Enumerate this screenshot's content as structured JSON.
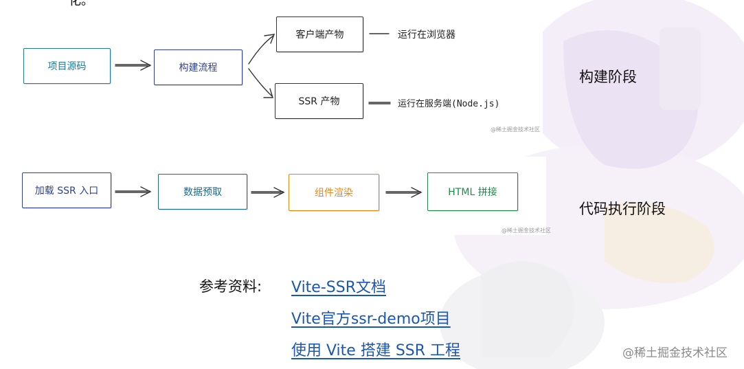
{
  "top_cut_text": "化。",
  "build_diagram": {
    "source_box": "项目源码",
    "build_box": "构建流程",
    "client_box": "客户端产物",
    "ssr_box": "SSR 产物",
    "client_note": "运行在浏览器",
    "ssr_note": "运行在服务端(Node.js)",
    "watermark": "@稀土掘金技术社区"
  },
  "run_diagram": {
    "load_box": "加载 SSR 入口",
    "fetch_box": "数据预取",
    "render_box": "组件渲染",
    "html_box": "HTML 拼接",
    "watermark": "@稀土掘金技术社区"
  },
  "stage_labels": {
    "build": "构建阶段",
    "run": "代码执行阶段"
  },
  "references": {
    "title": "参考资料:",
    "links": [
      "Vite-SSR文档",
      "Vite官方ssr-demo项目",
      "使用 Vite 搭建 SSR 工程"
    ]
  },
  "page_watermark": "@稀土掘金技术社区",
  "colors": {
    "source": "#1f7a9a",
    "build": "#2d3f9a",
    "load": "#2d3f9a",
    "fetch": "#1a6a8a",
    "render": "#e08a1a",
    "html": "#1f8a4a",
    "link": "#1a56b5"
  }
}
